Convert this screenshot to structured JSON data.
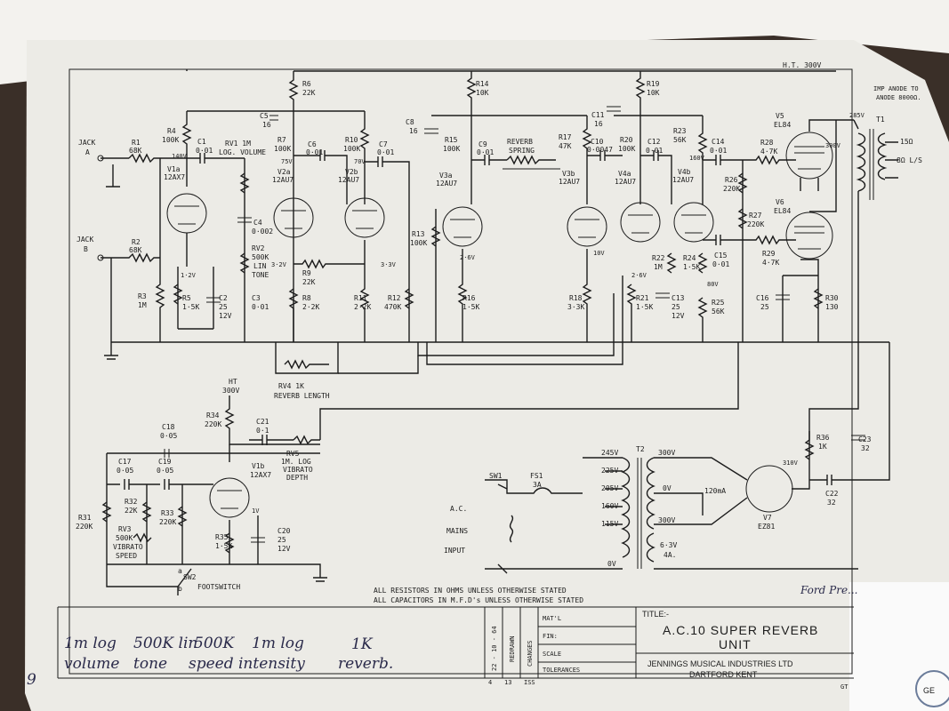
{
  "header": {
    "ht_supply": "H.T. 300V",
    "imp_note_1": "IMP ANODE TO",
    "imp_note_2": "ANODE 8000Ω."
  },
  "inputs": {
    "jack_a_1": "JACK",
    "jack_a_2": "A",
    "jack_b_1": "JACK",
    "jack_b_2": "B"
  },
  "components": {
    "r1": [
      "R1",
      "68K"
    ],
    "r2": [
      "R2",
      "68K"
    ],
    "r3": [
      "R3",
      "1M"
    ],
    "r4": [
      "R4",
      "100K"
    ],
    "c1": [
      "C1",
      "0·01"
    ],
    "v1a": [
      "V1a",
      "12AX7"
    ],
    "r5": [
      "R5",
      "1·5K"
    ],
    "c2": [
      "C2",
      "25",
      "12V"
    ],
    "v_140": "140V",
    "v_1_2": "1·2V",
    "rv1": [
      "RV1  1M",
      "LOG. VOLUME"
    ],
    "c4": [
      "C4",
      "0·002"
    ],
    "rv2": [
      "RV2",
      "500K",
      "LIN",
      "TONE"
    ],
    "c3": [
      "C3",
      "0·01"
    ],
    "r6": [
      "R6",
      "22K"
    ],
    "c5": [
      "C5",
      "16"
    ],
    "r7": [
      "R7",
      "100K"
    ],
    "v_75": "75V",
    "v2a": [
      "V2a",
      "12AU7"
    ],
    "c6": [
      "C6",
      "0·01"
    ],
    "r8": [
      "R8",
      "2·2K"
    ],
    "r9": [
      "R9",
      "22K"
    ],
    "v_3_2": "3·2V",
    "r10": [
      "R10",
      "100K"
    ],
    "v_70": "70V",
    "c7": [
      "C7",
      "0·01"
    ],
    "v2b": [
      "V2b",
      "12AU7"
    ],
    "r11": [
      "R11",
      "2·2K"
    ],
    "r12": [
      "R12",
      "470K"
    ],
    "v_3_3": "3·3V",
    "c8": [
      "C8",
      "16"
    ],
    "r14": [
      "R14",
      "10K"
    ],
    "r15": [
      "R15",
      "100K"
    ],
    "c9": [
      "C9",
      "0·01"
    ],
    "v3a": [
      "V3a",
      "12AU7"
    ],
    "r13": [
      "R13",
      "100K"
    ],
    "r16": [
      "R16",
      "1·5K"
    ],
    "v_2_6": "2·6V",
    "reverb_spring": [
      "REVERB",
      "SPRING"
    ],
    "c11": [
      "C11",
      "16"
    ],
    "r17": [
      "R17",
      "47K"
    ],
    "c10": [
      "C10",
      "0·0047"
    ],
    "v3b": [
      "V3b",
      "12AU7"
    ],
    "r18": [
      "R18",
      "3·3K"
    ],
    "v_10": "10V",
    "r19": [
      "R19",
      "10K"
    ],
    "r20": [
      "R20",
      "100K"
    ],
    "c12": [
      "C12",
      "0·01"
    ],
    "v4a": [
      "V4a",
      "12AU7"
    ],
    "r21": [
      "R21",
      "1·5K"
    ],
    "c13": [
      "C13",
      "25",
      "12V"
    ],
    "r22": [
      "R22",
      "1M"
    ],
    "v_2_6b": "2·6V",
    "r23": [
      "R23",
      "56K"
    ],
    "v4b": [
      "V4b",
      "12AU7"
    ],
    "r24": [
      "R24",
      "1·5K"
    ],
    "v_160": "160V",
    "c14": [
      "C14",
      "0·01"
    ],
    "c15": [
      "C15",
      "0·01"
    ],
    "r25": [
      "R25",
      "56K"
    ],
    "v_80": "80V",
    "r26": [
      "R26",
      "220K"
    ],
    "r27": [
      "R27",
      "220K"
    ],
    "r28": [
      "R28",
      "4·7K"
    ],
    "r29": [
      "R29",
      "4·7K"
    ],
    "v5": [
      "V5",
      "EL84"
    ],
    "v6": [
      "V6",
      "EL84"
    ],
    "v_285": "285V",
    "v_300": "300V",
    "c16": [
      "C16",
      "25"
    ],
    "r30": [
      "R30",
      "130"
    ],
    "t1": "T1",
    "out_15": "15Ω",
    "out_8": "8Ω  L/S",
    "rv4": [
      "RV4  1K",
      "REVERB LENGTH"
    ],
    "ht": [
      "HT",
      "300V"
    ],
    "r34": [
      "R34",
      "220K"
    ],
    "c21": [
      "C21",
      "0·1"
    ],
    "rv5": [
      "RV5",
      "1M. LOG",
      "VIBRATO",
      "DEPTH"
    ],
    "c18": [
      "C18",
      "0·05"
    ],
    "c17": [
      "C17",
      "0·05"
    ],
    "c19": [
      "C19",
      "0·05"
    ],
    "v1b": [
      "V1b",
      "12AX7"
    ],
    "r32": [
      "R32",
      "22K"
    ],
    "r33": [
      "R33",
      "220K"
    ],
    "r31": [
      "R31",
      "220K"
    ],
    "rv3": [
      "RV3",
      "500K",
      "VIBRATO",
      "SPEED"
    ],
    "r35": [
      "R35",
      "1·5K"
    ],
    "c20": [
      "C20",
      "25",
      "12V"
    ],
    "v_1v": "1V",
    "sw2": [
      "SW2",
      "FOOTSWITCH"
    ],
    "sw2_ab": [
      "a",
      "b"
    ],
    "sw1": "SW1",
    "fs1": [
      "FS1",
      "3A"
    ],
    "ac_in": [
      "A.C.",
      "MAINS",
      "INPUT"
    ],
    "t2": "T2",
    "taps": [
      "245V",
      "225V",
      "205V",
      "160V",
      "115V",
      "0V"
    ],
    "sec": [
      "300V",
      "0V",
      "300V",
      "120mA",
      "6·3V",
      "4A."
    ],
    "v7": [
      "V7",
      "EZ81"
    ],
    "r36": [
      "R36",
      "1K"
    ],
    "v_310": "310V",
    "c23": [
      "C23",
      "32"
    ],
    "c22": [
      "C22",
      "32"
    ]
  },
  "notes": [
    "ALL RESISTORS IN OHMS UNLESS OTHERWISE STATED",
    "ALL CAPACITORS IN M.F.D's UNLESS OTHERWISE STATED"
  ],
  "title_block": {
    "title_label": "TITLE:-",
    "title_1": "A.C.10  SUPER REVERB",
    "title_2": "UNIT",
    "company_1": "JENNINGS MUSICAL INDUSTRIES LTD",
    "company_2": "DARTFORD   KENT",
    "fields": [
      "MAT'L",
      "FIN:",
      "SCALE",
      "TOLERANCES"
    ],
    "changes": "CHANGES",
    "redrawn": "REDRAWN",
    "date": "22 - 10 - 64",
    "rev": "4",
    "rev2": "13",
    "iss": "ISS",
    "ref": "GT"
  },
  "handwriting": {
    "line1": [
      "1m log",
      "500K lin",
      "500K",
      "1m log",
      "1K"
    ],
    "line2": [
      "volume",
      "tone",
      "speed",
      "intensity",
      "reverb."
    ],
    "page": "9",
    "corner": "Ford Pre...",
    "logo": "GE"
  }
}
